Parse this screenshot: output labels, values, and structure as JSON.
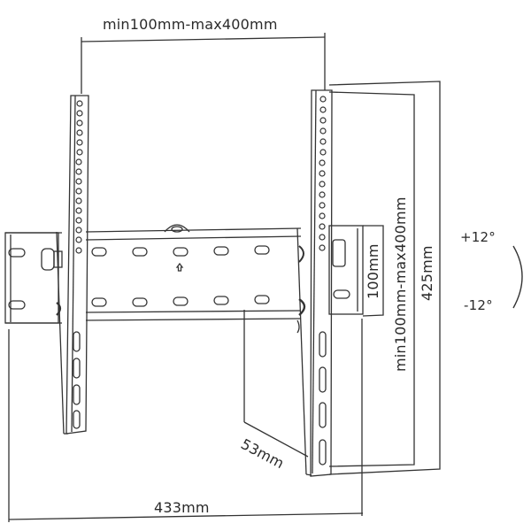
{
  "diagram": {
    "type": "technical-drawing",
    "subject": "tilting TV wall mount bracket",
    "line_color": "#333333",
    "background": "#ffffff"
  },
  "dimensions": {
    "top_width": "min100mm-max400mm",
    "right_height_range": "min100mm-max400mm",
    "right_total_height": "425mm",
    "wall_plate_height": "100mm",
    "depth": "53mm",
    "bottom_width": "433mm"
  },
  "tilt": {
    "up": "+12°",
    "down": "-12°"
  }
}
